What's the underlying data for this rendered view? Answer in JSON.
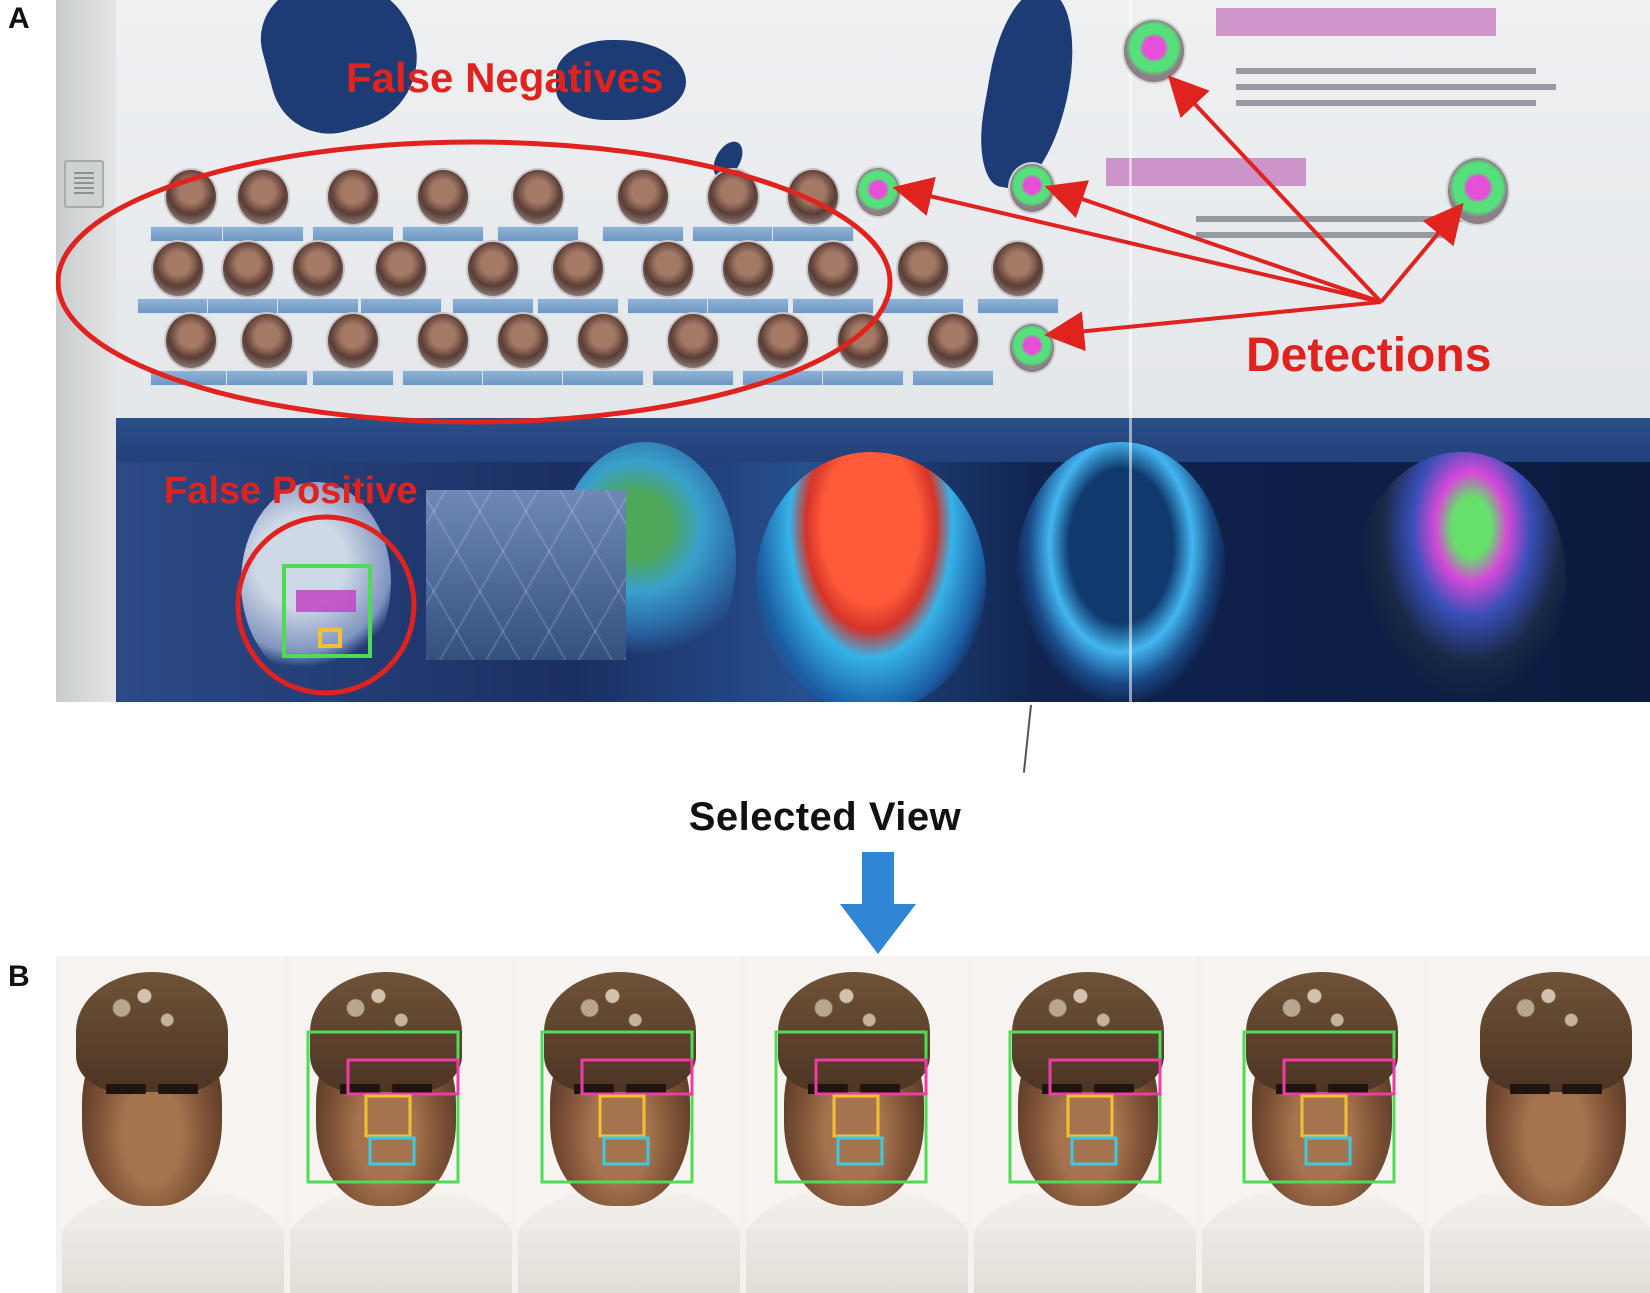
{
  "panel_labels": {
    "a": "A",
    "b": "B"
  },
  "annotations": {
    "false_negatives": "False Negatives",
    "detections": "Detections",
    "false_positive": "False Positive",
    "selected_view": "Selected View"
  },
  "colors": {
    "annotation_red": "#e0231f",
    "arrow_blue": "#2f86d4",
    "box_face": "#4fdc55",
    "box_eyes": "#ee3ba5",
    "box_nose": "#f2c032",
    "box_mouth": "#3fc9e0"
  },
  "panel_b": {
    "view_count": 7,
    "selected_index": 3,
    "views": [
      {
        "detected": false
      },
      {
        "detected": true
      },
      {
        "detected": true
      },
      {
        "detected": true
      },
      {
        "detected": true
      },
      {
        "detected": true
      },
      {
        "detected": false
      }
    ]
  }
}
